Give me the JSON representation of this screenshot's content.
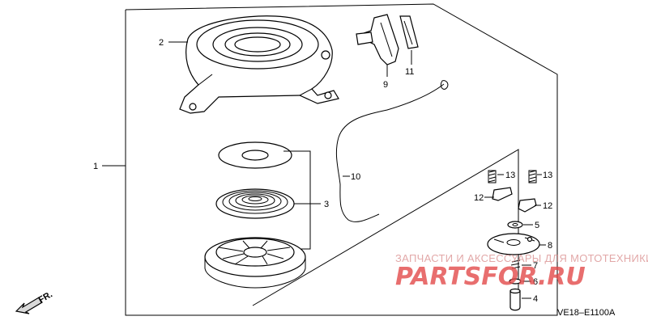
{
  "callouts": {
    "c1": "1",
    "c2": "2",
    "c3": "3",
    "c4": "4",
    "c5": "5",
    "c6": "6",
    "c7": "7",
    "c8": "8",
    "c9": "9",
    "c10": "10",
    "c11": "11",
    "c12a": "12",
    "c12b": "12",
    "c13a": "13",
    "c13b": "13"
  },
  "direction_label": "FR.",
  "diagram_code": "VE18–E1100A",
  "watermark": {
    "line1": "ЗАПЧАСТИ И АКСЕССУАРЫ ДЛЯ МОТОТЕХНИКИ",
    "line2": "PARTSFOR.RU"
  }
}
